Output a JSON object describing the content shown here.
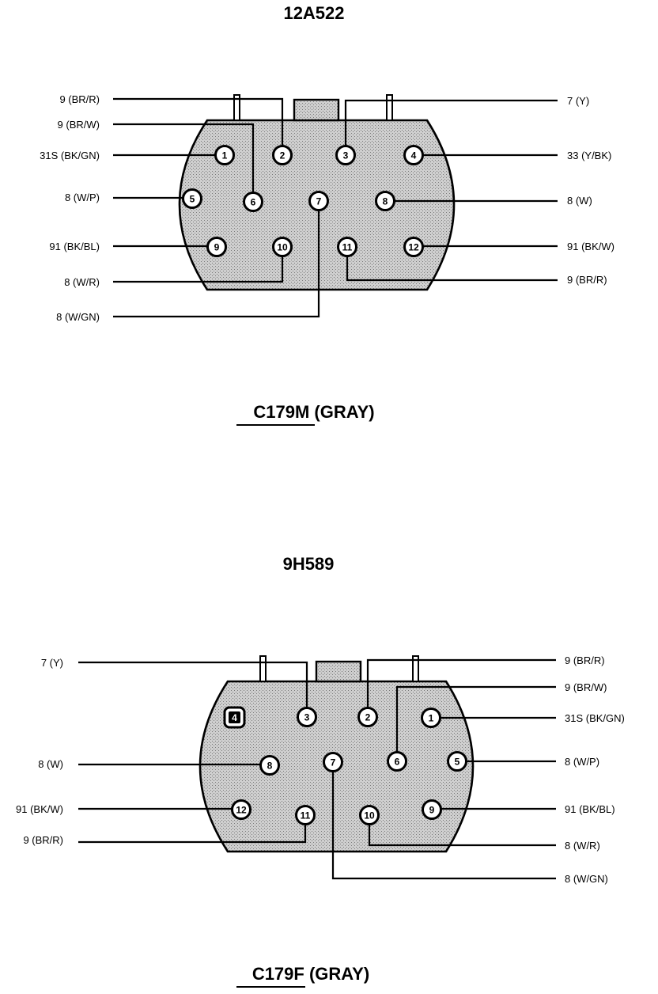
{
  "connectors": [
    {
      "id": "top",
      "part_number": "12A522",
      "name": "C179M",
      "color_label": " (GRAY)",
      "pins": [
        {
          "label": "1",
          "wire": "31S (BK/GN)"
        },
        {
          "label": "2",
          "wire": "9 (BR/R)"
        },
        {
          "label": "3",
          "wire": "7 (Y)"
        },
        {
          "label": "4",
          "wire": "33 (Y/BK)"
        },
        {
          "label": "5",
          "wire": "8  (W/P)"
        },
        {
          "label": "6",
          "wire": "9 (BR/W)"
        },
        {
          "label": "7",
          "wire": "8 (W/GN)"
        },
        {
          "label": "8",
          "wire": "8 (W)"
        },
        {
          "label": "9",
          "wire": "91 (BK/BL)"
        },
        {
          "label": "10",
          "wire": "8 (W/R)"
        },
        {
          "label": "11",
          "wire": "9 (BR/R)"
        },
        {
          "label": "12",
          "wire": "91 (BK/W)"
        }
      ]
    },
    {
      "id": "bottom",
      "part_number": "9H589",
      "name": "C179F",
      "color_label": " (GRAY)",
      "pins": [
        {
          "label": "1",
          "wire": "31S (BK/GN)"
        },
        {
          "label": "2",
          "wire": "9 (BR/R)"
        },
        {
          "label": "3",
          "wire": "7 (Y)"
        },
        {
          "label": "4",
          "wire": ""
        },
        {
          "label": "5",
          "wire": "8  (W/P)"
        },
        {
          "label": "6",
          "wire": "9 (BR/W)"
        },
        {
          "label": "7",
          "wire": "8 (W/GN)"
        },
        {
          "label": "8",
          "wire": "8 (W)"
        },
        {
          "label": "9",
          "wire": "91 (BK/BL)"
        },
        {
          "label": "10",
          "wire": "8 (W/R)"
        },
        {
          "label": "11",
          "wire": "9 (BR/R)"
        },
        {
          "label": "12",
          "wire": "91 (BK/W)"
        }
      ]
    }
  ]
}
